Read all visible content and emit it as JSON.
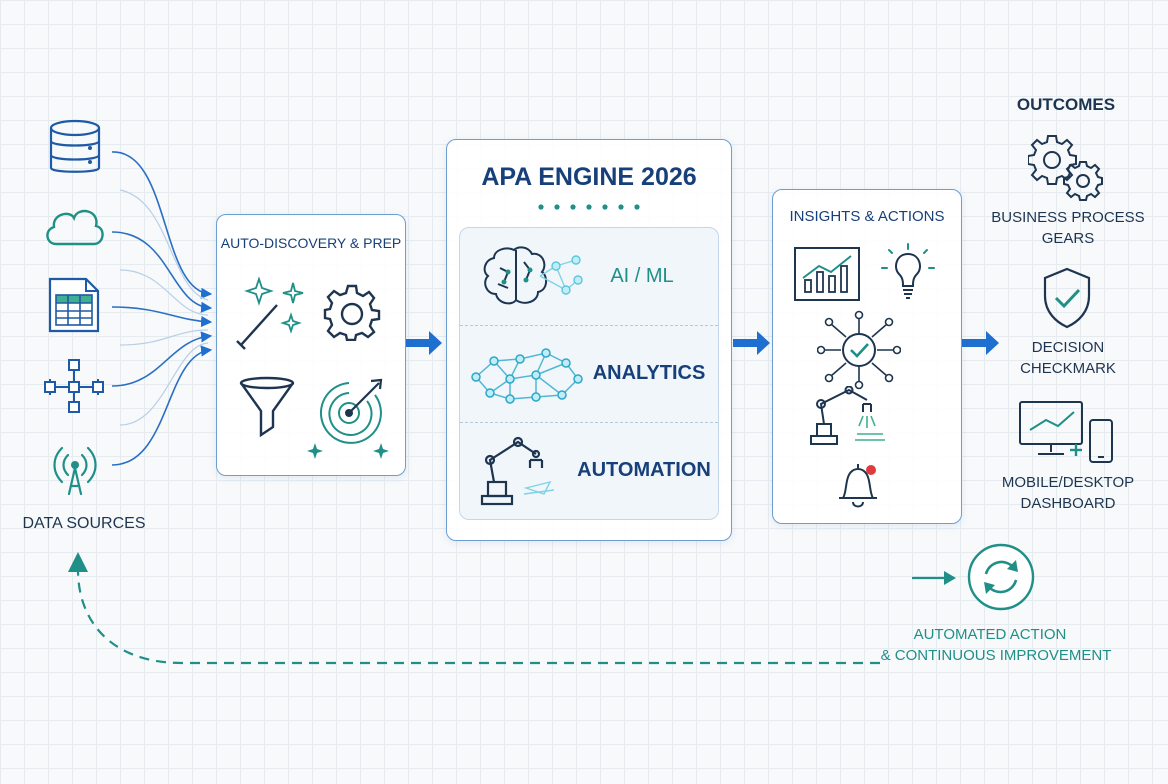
{
  "sources": {
    "title": "DATA SOURCES",
    "icons": [
      "database-icon",
      "cloud-icon",
      "spreadsheet-icon",
      "network-hierarchy-icon",
      "broadcast-antenna-icon"
    ]
  },
  "prep": {
    "title": "AUTO-DISCOVERY & PREP",
    "icons": [
      "magic-wand-icon",
      "gear-icon",
      "funnel-icon",
      "target-icon"
    ]
  },
  "engine": {
    "title": "APA ENGINE 2026",
    "layers": [
      {
        "label": "AI / ML",
        "icon": "brain-icon"
      },
      {
        "label": "ANALYTICS",
        "icon": "network-mesh-icon"
      },
      {
        "label": "AUTOMATION",
        "icon": "robot-arm-icon"
      }
    ]
  },
  "insights": {
    "title": "INSIGHTS & ACTIONS",
    "icons": [
      "bar-chart-icon",
      "lightbulb-icon",
      "hub-check-icon",
      "robot-arm-icon",
      "bell-icon"
    ]
  },
  "outcomes": {
    "title": "OUTCOMES",
    "items": [
      {
        "line1": "BUSINESS PROCESS",
        "line2": "GEARS",
        "icon": "gears-icon"
      },
      {
        "line1": "DECISION",
        "line2": "CHECKMARK",
        "icon": "shield-check-icon"
      },
      {
        "line1": "MOBILE/DESKTOP",
        "line2": "DASHBOARD",
        "icon": "monitor-phone-icon"
      }
    ]
  },
  "feedback": {
    "line1": "AUTOMATED ACTION",
    "line2": "& CONTINUOUS IMPROVEMENT",
    "icon": "refresh-cycle-icon"
  },
  "colors": {
    "primary_blue": "#1f6fd1",
    "navy": "#17407a",
    "teal": "#1f8f88",
    "panel_border": "#6a9fcf",
    "alert_red": "#e03a3a"
  }
}
